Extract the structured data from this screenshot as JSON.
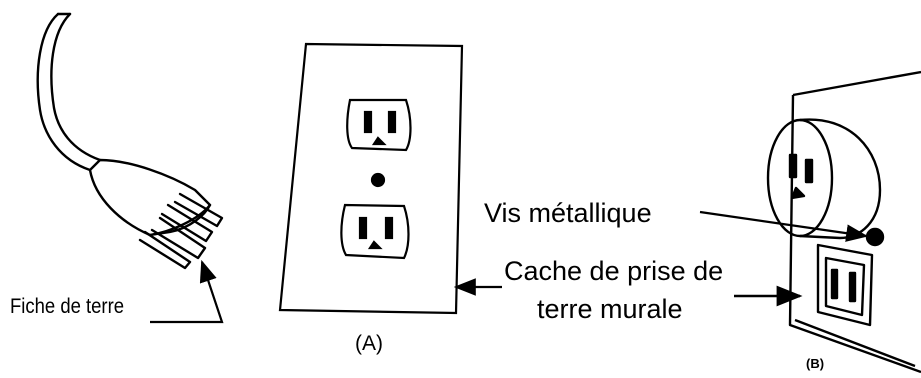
{
  "labels": {
    "plug": "Fiche de terre",
    "outlet_a": "(A)",
    "screw": "Vis métallique",
    "cover_line1": "Cache de prise de",
    "cover_line2": "terre murale",
    "outlet_b": "(B)"
  },
  "colors": {
    "ink": "#000000",
    "paper": "#ffffff"
  }
}
